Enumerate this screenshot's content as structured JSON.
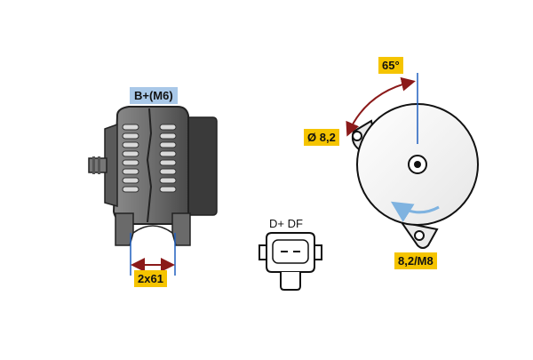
{
  "labels": {
    "terminal": "B+(M6)",
    "pulley_width": "2x61",
    "connector_pins": "D+ DF",
    "angle": "65°",
    "hole_diameter": "Ø 8,2",
    "mount": "8,2/M8"
  },
  "colors": {
    "label_yellow": "#f5c400",
    "label_blue": "#a9c8e8",
    "arrow_red": "#8b1a1a",
    "line_blue": "#1f5fbf",
    "rotation_arrow": "#7fb3e0",
    "body_grey": "#6b6b6b",
    "body_dark": "#3a3a3a"
  }
}
